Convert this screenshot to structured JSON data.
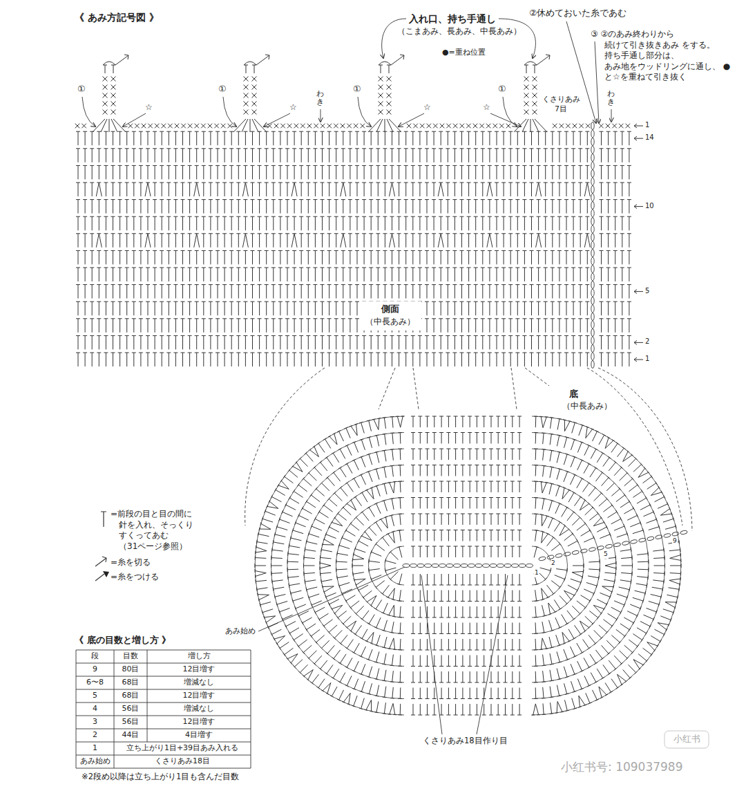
{
  "diagram": {
    "title": "《 あみ方記号図 》",
    "labels": [
      "入れ口、持ち手通し",
      "（こまあみ、長あみ、中長あみ）",
      "●=重ね位置",
      "②休めておいた糸であむ",
      "③ ②のあみ終わりから 続けて引き抜きあみ をする。持ち手通し部分は、 あみ地をウッドリングに通し、 ●と☆を重ねて引き抜く",
      "①",
      "①",
      "①",
      "①",
      "☆",
      "☆",
      "☆",
      "☆",
      "わき",
      "わき",
      "くさりあみ 7目",
      "1",
      "14",
      "10",
      "5",
      "2",
      "1",
      "側面",
      "（中長あみ）",
      "底",
      "（中長あみ）",
      "1",
      "2",
      "5",
      "9",
      "あみ始め",
      "《 底の目数と増し方 》",
      "段",
      "目数",
      "増し方",
      "9",
      "80目",
      "12目増す",
      "6〜8",
      "68目",
      "増減なし",
      "5",
      "68目",
      "12目増す",
      "4",
      "56目",
      "増減なし",
      "3",
      "56目",
      "12目増す",
      "2",
      "44目",
      "4目増す",
      "1",
      "立ち上がり1目+39目あみ入れる",
      "あみ始め",
      "くさりあみ18目",
      "※2段め以降は立ち上がり1目も含んだ目数",
      "くさりあみ18目作り目",
      "小红书",
      "小红书号: 109037989"
    ],
    "legend": [
      {
        "text": "=前段の目と目の間に 針を入れ、そっくり すくってあむ （31ページ参照）"
      },
      {
        "text": "=糸を切る"
      },
      {
        "text": "=糸をつける"
      }
    ]
  }
}
